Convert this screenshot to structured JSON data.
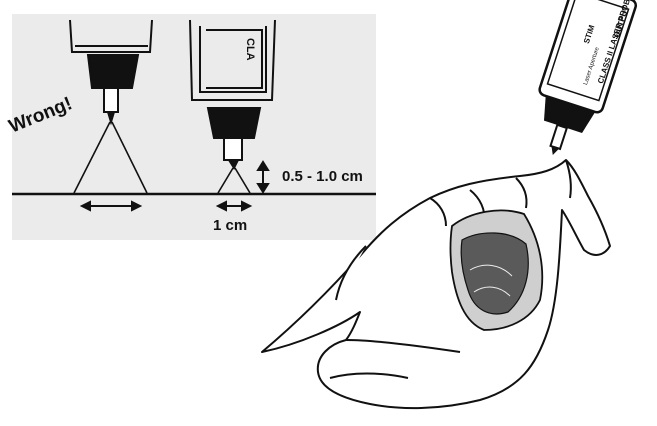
{
  "labels": {
    "wrong": "Wrong!",
    "distance": "0.5 - 1.0 cm",
    "spot_size": "1 cm"
  },
  "probe": {
    "stim": "STIM",
    "output": "OUTPUT",
    "class": "CLASS II LASER PROB",
    "aperture": "Laser Aperture",
    "side_class": "CLA"
  },
  "colors": {
    "panel": "#ebebeb",
    "ink": "#111111"
  }
}
